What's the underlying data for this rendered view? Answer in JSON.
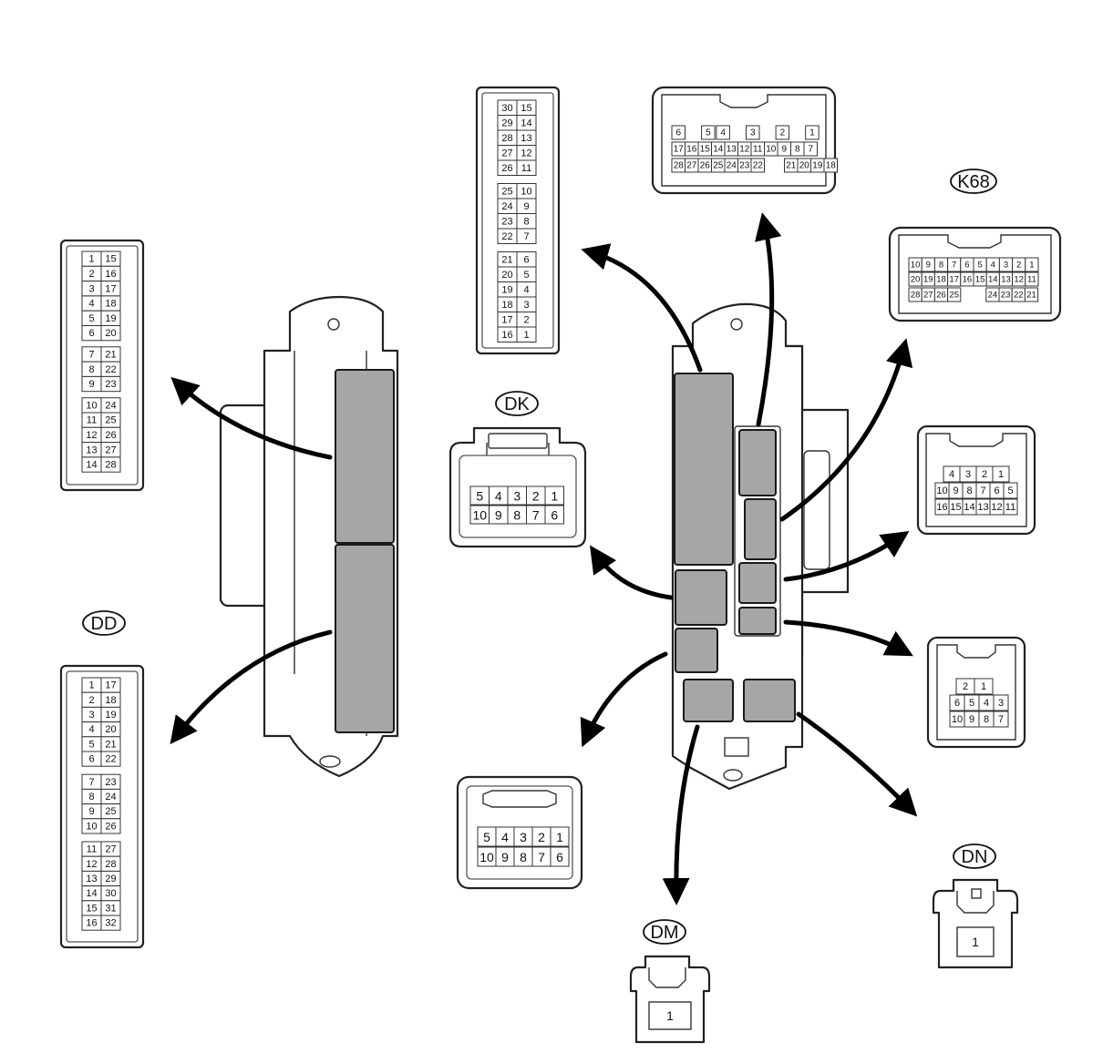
{
  "connectors": {
    "left_28": {
      "blocks": [
        [
          [
            "1",
            "15"
          ],
          [
            "2",
            "16"
          ],
          [
            "3",
            "17"
          ],
          [
            "4",
            "18"
          ],
          [
            "5",
            "19"
          ],
          [
            "6",
            "20"
          ]
        ],
        [
          [
            "7",
            "21"
          ],
          [
            "8",
            "22"
          ],
          [
            "9",
            "23"
          ]
        ],
        [
          [
            "10",
            "24"
          ],
          [
            "11",
            "25"
          ],
          [
            "12",
            "26"
          ],
          [
            "13",
            "27"
          ],
          [
            "14",
            "28"
          ]
        ]
      ]
    },
    "dd": {
      "label": "DD",
      "blocks": [
        [
          [
            "1",
            "17"
          ],
          [
            "2",
            "18"
          ],
          [
            "3",
            "19"
          ],
          [
            "4",
            "20"
          ],
          [
            "5",
            "21"
          ],
          [
            "6",
            "22"
          ]
        ],
        [
          [
            "7",
            "23"
          ],
          [
            "8",
            "24"
          ],
          [
            "9",
            "25"
          ],
          [
            "10",
            "26"
          ]
        ],
        [
          [
            "11",
            "27"
          ],
          [
            "12",
            "28"
          ],
          [
            "13",
            "29"
          ],
          [
            "14",
            "30"
          ],
          [
            "15",
            "31"
          ],
          [
            "16",
            "32"
          ]
        ]
      ]
    },
    "top_30": {
      "blocks": [
        [
          [
            "30",
            "15"
          ],
          [
            "29",
            "14"
          ],
          [
            "28",
            "13"
          ],
          [
            "27",
            "12"
          ],
          [
            "26",
            "11"
          ]
        ],
        [
          [
            "25",
            "10"
          ],
          [
            "24",
            "9"
          ],
          [
            "23",
            "8"
          ],
          [
            "22",
            "7"
          ]
        ],
        [
          [
            "21",
            "6"
          ],
          [
            "20",
            "5"
          ],
          [
            "19",
            "4"
          ],
          [
            "18",
            "3"
          ],
          [
            "17",
            "2"
          ],
          [
            "16",
            "1"
          ]
        ]
      ]
    },
    "top_28": {
      "rows": [
        [
          "6",
          "",
          "5",
          "4",
          "",
          "3",
          "",
          "2",
          "",
          "1"
        ],
        [
          "17",
          "16",
          "15",
          "14",
          "13",
          "12",
          "11",
          "10",
          "9",
          "8",
          "7"
        ],
        [
          "28",
          "27",
          "26",
          "25",
          "24",
          "23",
          "22",
          "21",
          "20",
          "19",
          "18"
        ]
      ]
    },
    "k68": {
      "label": "K68",
      "rows": [
        [
          "10",
          "9",
          "8",
          "7",
          "6",
          "5",
          "4",
          "3",
          "2",
          "1"
        ],
        [
          "20",
          "19",
          "18",
          "17",
          "16",
          "15",
          "14",
          "13",
          "12",
          "11"
        ],
        [
          "28",
          "27",
          "26",
          "25",
          "24",
          "23",
          "22",
          "21"
        ]
      ]
    },
    "dk": {
      "label": "DK",
      "rows": [
        [
          "5",
          "4",
          "3",
          "2",
          "1"
        ],
        [
          "10",
          "9",
          "8",
          "7",
          "6"
        ]
      ]
    },
    "right_16": {
      "rows": [
        [
          "4",
          "3",
          "2",
          "1"
        ],
        [
          "10",
          "9",
          "8",
          "7",
          "6",
          "5"
        ],
        [
          "16",
          "15",
          "14",
          "13",
          "12",
          "11"
        ]
      ]
    },
    "right_10": {
      "rows": [
        [
          "2",
          "1"
        ],
        [
          "6",
          "5",
          "4",
          "3"
        ],
        [
          "10",
          "9",
          "8",
          "7"
        ]
      ]
    },
    "bottom_10": {
      "rows": [
        [
          "5",
          "4",
          "3",
          "2",
          "1"
        ],
        [
          "10",
          "9",
          "8",
          "7",
          "6"
        ]
      ]
    },
    "dm": {
      "label": "DM",
      "pin": "1"
    },
    "dn": {
      "label": "DN",
      "pin": "1"
    }
  }
}
